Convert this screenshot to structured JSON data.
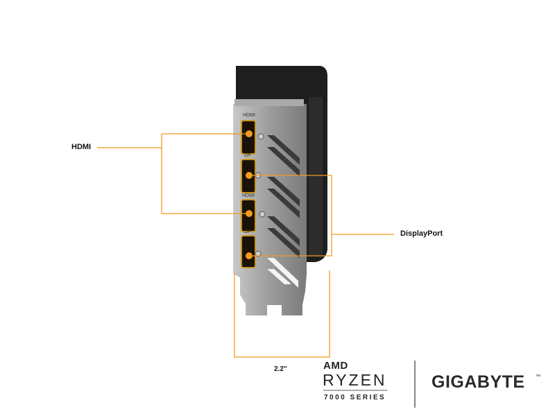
{
  "callouts": {
    "hdmi": "HDMI",
    "displayport": "DisplayPort",
    "width": "2.2\""
  },
  "port_labels": [
    "HDMI",
    "DP",
    "HDMI",
    "DP"
  ],
  "logos": {
    "amd": "AMD",
    "ryzen": "RYZEN",
    "series": "7000 SERIES",
    "gigabyte": "GIGABYTE",
    "trademark": "™"
  },
  "colors": {
    "accent": "#f39a1e",
    "body": "#1c1c1c",
    "bracket": "#9a9a9a"
  }
}
